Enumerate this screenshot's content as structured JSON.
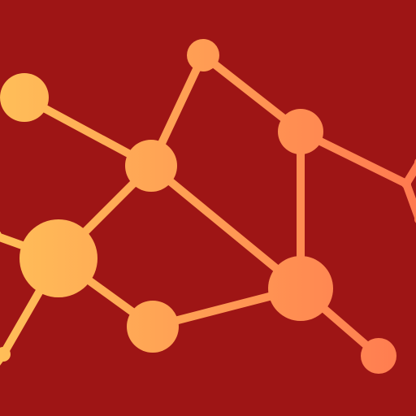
{
  "background_color": "#9e1515",
  "gradient": {
    "start_color": "#ffbe58",
    "end_color": "#ff7a50"
  },
  "graphic": {
    "name": "molecular-network-graphic",
    "node_count": 14,
    "edge_count": 15
  }
}
